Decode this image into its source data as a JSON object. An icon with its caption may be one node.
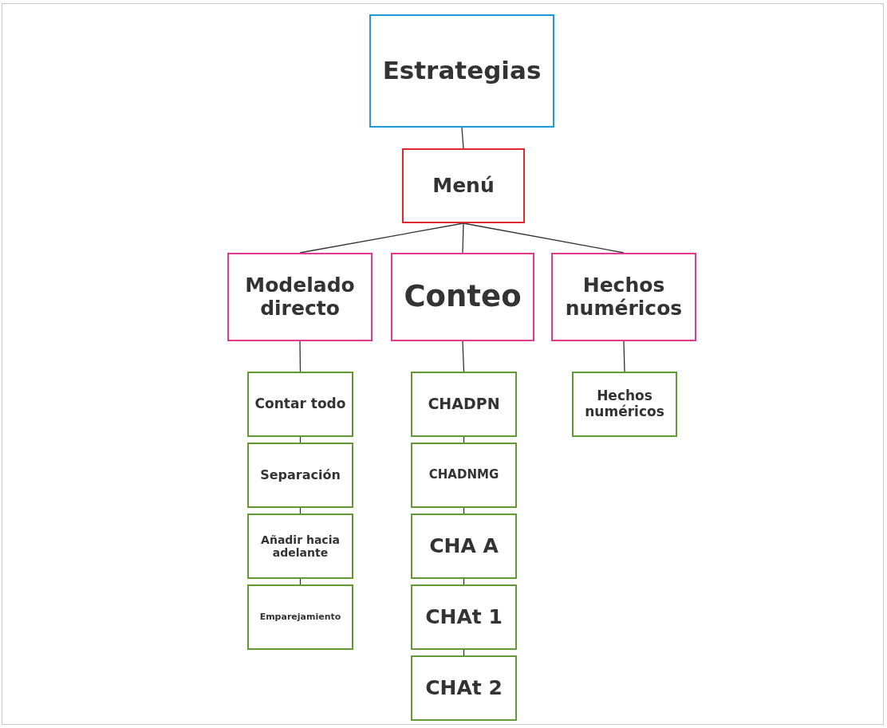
{
  "diagram": {
    "nodes": [
      {
        "text": [
          "Estrategias"
        ]
      },
      {
        "text": [
          "Menú"
        ]
      },
      {
        "text": [
          "Modelado directo"
        ]
      },
      {
        "text": [
          "Conteo"
        ]
      },
      {
        "text": [
          "Hechos numéricos"
        ]
      },
      {
        "text": [
          "Contar todo"
        ]
      },
      {
        "text": [
          "Separación"
        ]
      },
      {
        "text": [
          "Añadir hacia adelante"
        ]
      },
      {
        "text": [
          "Emparejamiento"
        ]
      },
      {
        "text": [
          "CHADPN"
        ]
      },
      {
        "text": [
          "CHADNMG"
        ]
      },
      {
        "text": [
          "CHA A"
        ]
      },
      {
        "text": [
          "CHAt 1"
        ]
      },
      {
        "text": [
          "CHAt 2"
        ]
      },
      {
        "text": [
          "Hechos numéricos"
        ]
      }
    ],
    "edges": [
      {
        "from": 0,
        "to": 1,
        "arrow": "none"
      },
      {
        "from": 1,
        "to": 2,
        "arrow": "none"
      },
      {
        "from": 1,
        "to": 3,
        "arrow": "none"
      },
      {
        "from": 1,
        "to": 4,
        "arrow": "none"
      },
      {
        "from": 2,
        "to": 5,
        "arrow": "none"
      },
      {
        "from": 5,
        "to": 6,
        "arrow": "none"
      },
      {
        "from": 6,
        "to": 7,
        "arrow": "none"
      },
      {
        "from": 7,
        "to": 8,
        "arrow": "none"
      },
      {
        "from": 3,
        "to": 9,
        "arrow": "none"
      },
      {
        "from": 9,
        "to": 10,
        "arrow": "none"
      },
      {
        "from": 10,
        "to": 11,
        "arrow": "none"
      },
      {
        "from": 11,
        "to": 12,
        "arrow": "none"
      },
      {
        "from": 12,
        "to": 13,
        "arrow": "none"
      },
      {
        "from": 4,
        "to": 14,
        "arrow": "none"
      }
    ]
  }
}
